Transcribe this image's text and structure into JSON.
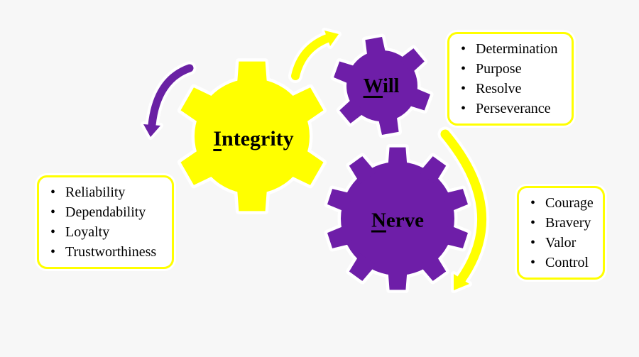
{
  "diagram": {
    "gears": {
      "integrity": {
        "label": "Integrity",
        "first_letter": "I",
        "rest": "ntegrity"
      },
      "will": {
        "label": "Will",
        "first_letter": "W",
        "rest": "ill"
      },
      "nerve": {
        "label": "Nerve",
        "first_letter": "N",
        "rest": "erve"
      }
    },
    "boxes": {
      "will_traits": {
        "items": [
          "Determination",
          "Purpose",
          "Resolve",
          "Perseverance"
        ]
      },
      "integrity_traits": {
        "items": [
          "Reliability",
          "Dependability",
          "Loyalty",
          "Trustworthiness"
        ]
      },
      "nerve_traits": {
        "items": [
          "Courage",
          "Bravery",
          "Valor",
          "Control"
        ]
      }
    }
  },
  "colors": {
    "background": "#F7F7F7",
    "gear_yellow": "#FFFF00",
    "gear_purple": "#6E1EA8",
    "arrow_purple": "#6A21A4",
    "arrow_yellow": "#FFFF00",
    "box_border": "#FFFF00",
    "box_background": "#FFFFFF",
    "text": "#000000"
  }
}
